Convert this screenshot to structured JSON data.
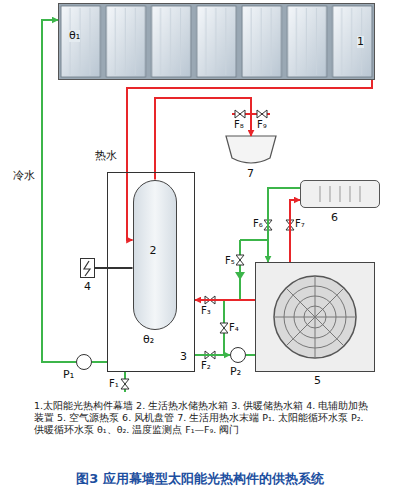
{
  "diagram": {
    "caption": "图3 应用幕墙型太阳能光热构件的供热系统",
    "nodes": [
      {
        "text": [
          "θ₁",
          "1"
        ]
      },
      {
        "text": [
          "7"
        ]
      },
      {
        "text": [
          "6"
        ]
      },
      {
        "text": [
          "4"
        ]
      },
      {
        "text": [
          "3",
          "θ₂"
        ]
      },
      {
        "text": [
          "2"
        ],
        "in": 4
      },
      {
        "text": [
          "5"
        ]
      },
      {
        "text": [
          "P₁"
        ]
      },
      {
        "text": [
          "P₂"
        ]
      }
    ],
    "edges": [
      {
        "from": 7,
        "to": 0,
        "arrow": "to",
        "label": "冷水"
      },
      {
        "from": 0,
        "to": 5,
        "arrow": "to",
        "label": "热水"
      },
      {
        "from": 4,
        "to": 7,
        "arrow": "none"
      },
      {
        "from": 5,
        "to": 1,
        "arrow": "to"
      },
      {
        "from": 3,
        "to": 5,
        "arrow": "none"
      },
      {
        "from": 4,
        "to": 8,
        "arrow": "to"
      },
      {
        "from": 8,
        "to": 6,
        "arrow": "none"
      },
      {
        "from": 6,
        "to": 4,
        "arrow": "to"
      },
      {
        "from": 6,
        "to": 2,
        "arrow": "to"
      },
      {
        "from": 2,
        "to": 6,
        "arrow": "to"
      }
    ],
    "labels": [
      "F₁",
      "F₂",
      "F₃",
      "F₄",
      "F₅",
      "F₆",
      "F₇",
      "F₈",
      "F₉",
      "1.太阳能光热构件幕墙 2. 生活热水储热水箱 3. 供暖储热水箱 4. 电辅助加热装置 5. 空气源热泵 6. 风机盘管 7. 生活用热水末端 P₁. 太阳能循环水泵 P₂. 供暖循环水泵 θ₁、θ₂. 温度监测点 F₁—F₉. 阀门"
    ]
  }
}
